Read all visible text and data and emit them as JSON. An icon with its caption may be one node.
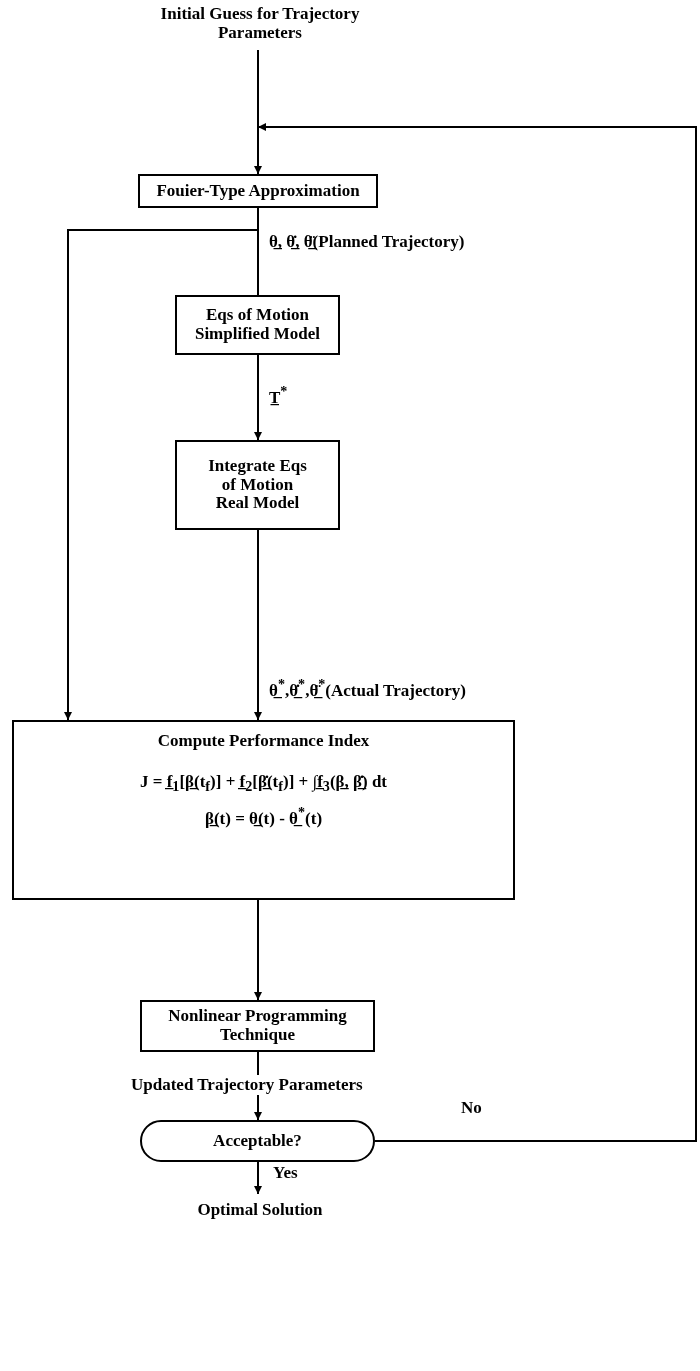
{
  "diagram": {
    "nodes": [
      {
        "text": [
          "Initial Guess for Trajectory Parameters"
        ]
      },
      {
        "text": [
          "Fouier-Type Approximation"
        ]
      },
      {
        "text": [
          "Eqs of Motion Simplified Model"
        ]
      },
      {
        "text": [
          "Integrate Eqs of Motion Real Model"
        ]
      },
      {
        "text": [
          "Compute Performance Index",
          "J = f̲$_{1}$[β̲(t$_{f}$)] + f̲$_{2}$[β̲̇(t$_{f}$)] + ∫f̲$_{3}$(β̲, β̲̇) dt",
          "β̲(t) = θ̲(t) - θ̲$^{*}$(t)"
        ]
      },
      {
        "text": [
          "Nonlinear Programming Technique"
        ]
      },
      {
        "text": [
          "Acceptable?"
        ]
      },
      {
        "text": [
          "Optimal Solution"
        ]
      }
    ],
    "edges": [
      {
        "from": 0,
        "to": 1,
        "arrow": "to"
      },
      {
        "from": 1,
        "to": 2,
        "arrow": "none",
        "label": "θ̲, θ̲̇, θ̲̈(Planned Trajectory)"
      },
      {
        "from": 1,
        "to": 4,
        "arrow": "to"
      },
      {
        "from": 2,
        "to": 3,
        "arrow": "to",
        "label": "T̲$^{*}$"
      },
      {
        "from": 3,
        "to": 4,
        "arrow": "to",
        "label": "θ̲$^{*}$,θ̲̇$^{*}$,θ̲̈$^{*}$(Actual Trajectory)"
      },
      {
        "from": 4,
        "to": 5,
        "arrow": "to"
      },
      {
        "from": 5,
        "to": 6,
        "arrow": "to",
        "label": "Updated Trajectory Parameters"
      },
      {
        "from": 6,
        "to": 7,
        "arrow": "to",
        "label": "Yes"
      },
      {
        "from": 6,
        "to": 1,
        "arrow": "to",
        "label": "No"
      }
    ]
  }
}
